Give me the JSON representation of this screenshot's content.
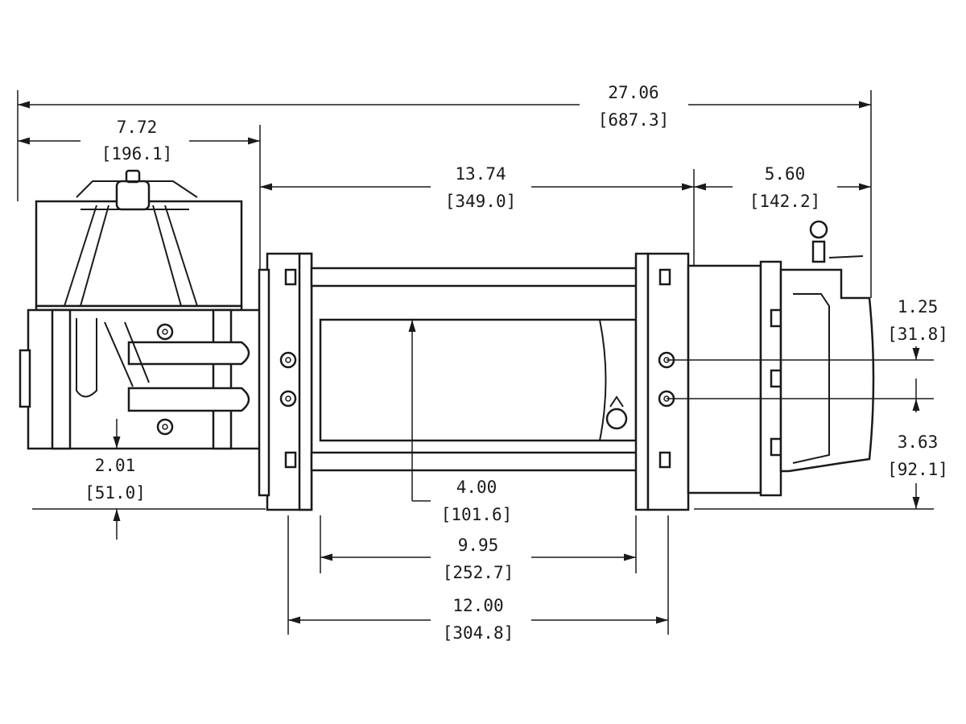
{
  "colors": {
    "line": "#1a1a1a",
    "background": "#ffffff"
  },
  "dimensions": {
    "overall_length": {
      "inch": "27.06",
      "mm": "[687.3]"
    },
    "motor_length": {
      "inch": "7.72",
      "mm": "[196.1]"
    },
    "drum_frame_length": {
      "inch": "13.74",
      "mm": "[349.0]"
    },
    "gear_housing_length": {
      "inch": "5.60",
      "mm": "[142.2]"
    },
    "bolt_spacing_vertical": {
      "inch": "1.25",
      "mm": "[31.8]"
    },
    "bolt_to_base": {
      "inch": "3.63",
      "mm": "[92.1]"
    },
    "motor_base_offset": {
      "inch": "2.01",
      "mm": "[51.0]"
    },
    "drum_diameter": {
      "inch": "4.00",
      "mm": "[101.6]"
    },
    "drum_length": {
      "inch": "9.95",
      "mm": "[252.7]"
    },
    "mount_bolt_pattern": {
      "inch": "12.00",
      "mm": "[304.8]"
    }
  }
}
